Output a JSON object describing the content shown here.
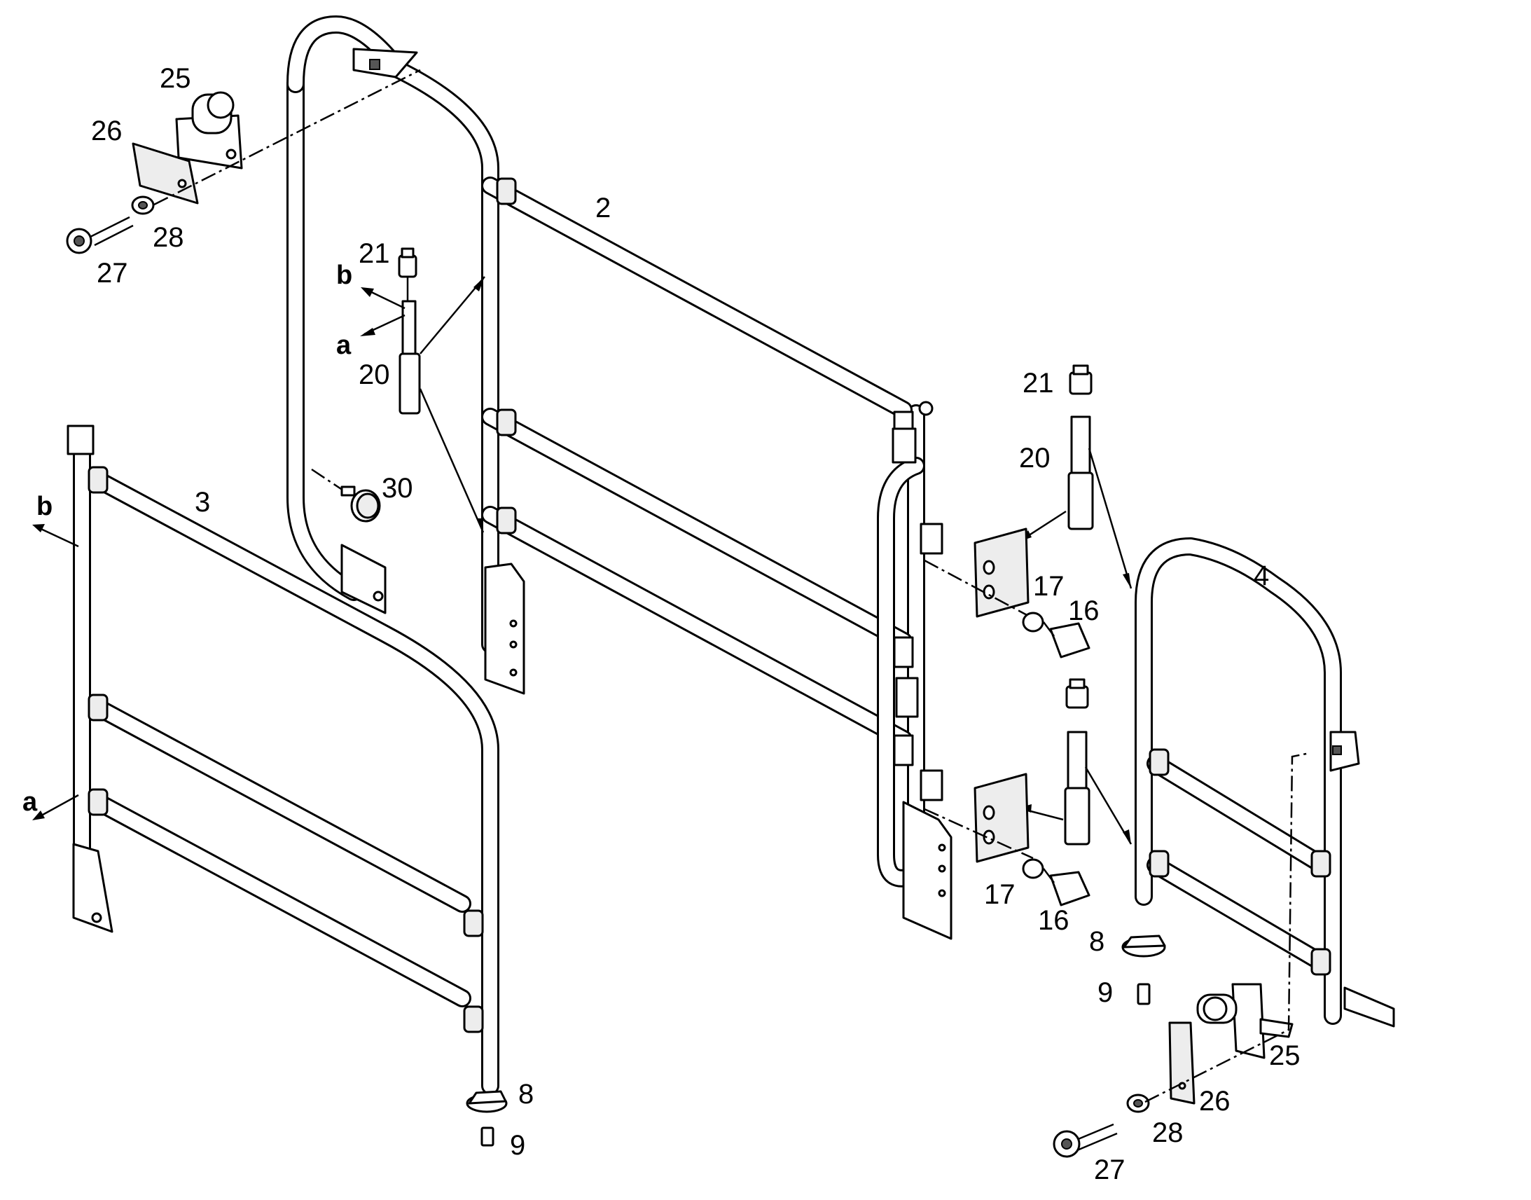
{
  "title": "",
  "part_labels": {
    "p2": "2",
    "p3": "3",
    "p4": "4",
    "p8a": "8",
    "p8b": "8",
    "p9a": "9",
    "p9b": "9",
    "p16a": "16",
    "p16b": "16",
    "p17a": "17",
    "p17b": "17",
    "p20a": "20",
    "p20b": "20",
    "p21a": "21",
    "p21b": "21",
    "p25a": "25",
    "p25b": "25",
    "p26a": "26",
    "p26b": "26",
    "p27a": "27",
    "p27b": "27",
    "p28a": "28",
    "p28b": "28",
    "p30": "30"
  },
  "direction_labels": {
    "a_upper": "a",
    "b_upper": "b",
    "a_left": "a",
    "b_left": "b"
  },
  "colors": {
    "line": "#000000",
    "background": "#ffffff",
    "part_fill": "#ededed"
  }
}
